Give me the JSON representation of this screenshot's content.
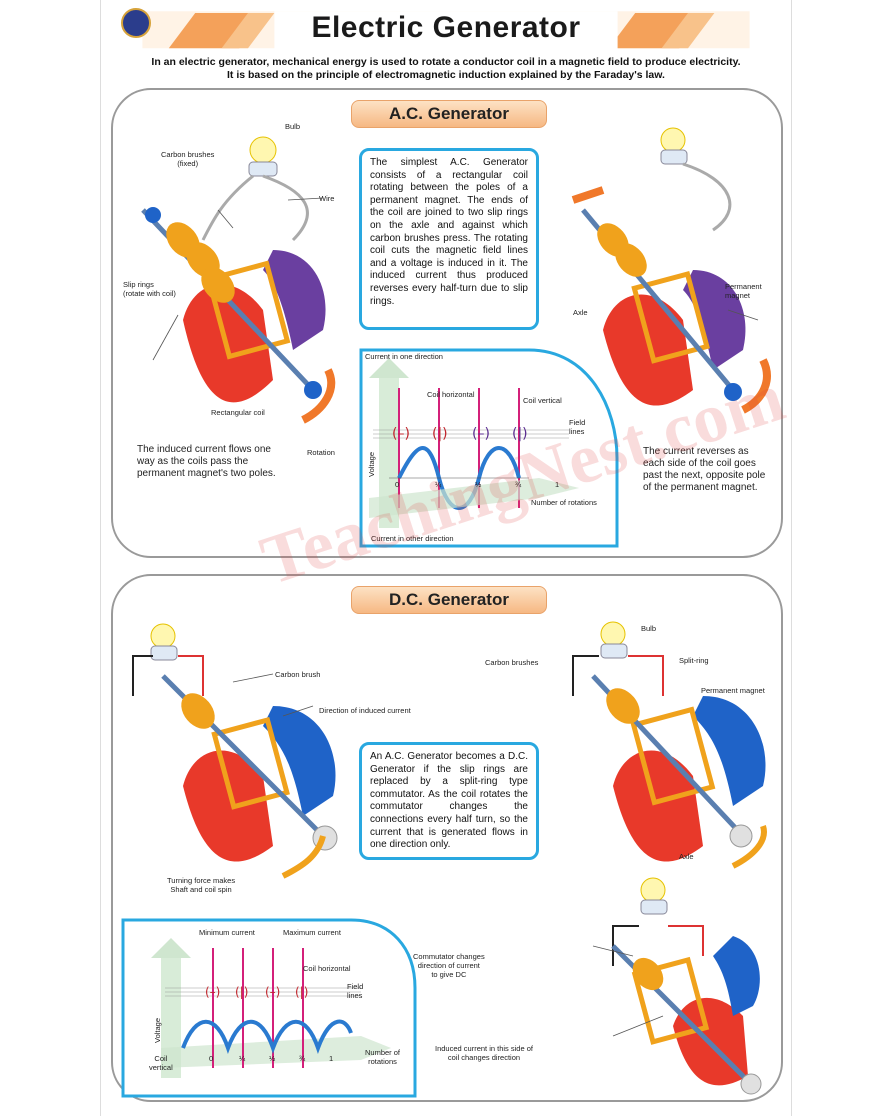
{
  "title": "Electric Generator",
  "intro": [
    "In an electric generator, mechanical energy is used to rotate a conductor coil in a magnetic field to produce electricity.",
    "It is based on the principle of electromagnetic induction explained by the Faraday's law."
  ],
  "ac": {
    "heading": "A.C. Generator",
    "box_text": "The simplest A.C. Generator consists of a rectangular coil rotating between the poles of a permanent magnet. The ends of the coil are joined to two slip rings on the axle and against which carbon brushes press. The rotating coil cuts the magnetic field lines and a voltage is induced in it. The induced current thus produced reverses every half-turn due to slip rings.",
    "labels": {
      "bulb": "Bulb",
      "carbon_brushes": "Carbon brushes",
      "carbon_brushes_sub": "(fixed)",
      "wire": "Wire",
      "slip_rings": "Slip rings",
      "slip_rings_sub": "(rotate with coil)",
      "rect_coil": "Rectangular coil",
      "rotation": "Rotation",
      "axle": "Axle",
      "perm_magnet": "Permanent",
      "perm_magnet2": "magnet"
    },
    "note_left": "The induced current flows one way as the coils pass the permanent magnet's two poles.",
    "note_right": "The current reverses as each side of the coil goes past the next, opposite pole of the permanent magnet.",
    "graph": {
      "top_label": "Current in one direction",
      "bottom_label": "Current in other direction",
      "coil_horizontal": "Coil horizontal",
      "coil_vertical": "Coil vertical",
      "field": "Field",
      "lines": "lines",
      "voltage": "Voltage",
      "rotations": "Number of rotations",
      "ticks": [
        "0",
        "¼",
        "½",
        "¾",
        "1"
      ]
    }
  },
  "dc": {
    "heading": "D.C. Generator",
    "box_text": "An A.C. Generator becomes a D.C. Generator if the slip rings are replaced by a split-ring type commutator. As the coil rotates the commutator changes the connections every half turn, so the current that is generated flows in one direction only.",
    "labels": {
      "carbon_brush": "Carbon brush",
      "direction": "Direction of induced current",
      "turning": "Turning force makes",
      "turning2": "Shaft and coil spin",
      "bulb": "Bulb",
      "carbon_brushes": "Carbon brushes",
      "split_ring": "Split-ring",
      "perm_magnet": "Permanent magnet",
      "axle": "Axle",
      "commutator": "Commutator changes",
      "commutator2": "direction of current",
      "commutator3": "to give DC",
      "induced": "Induced current in this side of",
      "induced2": "coil changes direction"
    },
    "graph": {
      "min_current": "Minimum current",
      "max_current": "Maximum current",
      "coil_horizontal": "Coil horizontal",
      "field": "Field",
      "lines": "lines",
      "voltage": "Voltage",
      "coil": "Coil",
      "vertical": "vertical",
      "rotations": "Number of",
      "rotations2": "rotations",
      "ticks": [
        "0",
        "¼",
        "½",
        "¾",
        "1"
      ]
    }
  },
  "watermark": "TeachingNest.com",
  "colors": {
    "box_border": "#29a8e0",
    "heading_fill": "#f6b883",
    "magnet_red": "#e8392a",
    "magnet_purple": "#6a3fa0",
    "magnet_blue": "#1f63c8",
    "ring_orange": "#f0a21c"
  }
}
